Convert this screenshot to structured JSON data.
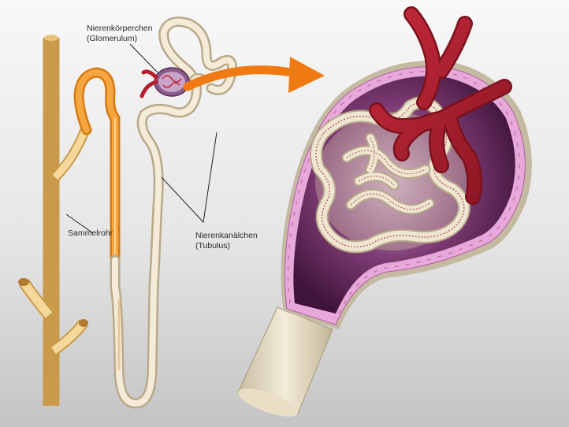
{
  "labels": {
    "glomerulum": {
      "line1": "Nierenkörperchen",
      "line2": "(Glomerulum)"
    },
    "sammelrohr": "Sammelrohr",
    "tubulus": {
      "line1": "Nierenkanälchen",
      "line2": "(Tubulus)"
    }
  },
  "colors": {
    "background_top": "#f7f7f7",
    "background_bottom": "#c9c9c9",
    "collecting_duct": "#f2d08a",
    "loop_orange": "#f39a2c",
    "tubule_cream": "#eee4cf",
    "arrow": "#f07a12",
    "capsule_purple": "#5a1f52",
    "capsule_rim": "#e6a8d8",
    "blood_vessel": "#a81f2e"
  }
}
